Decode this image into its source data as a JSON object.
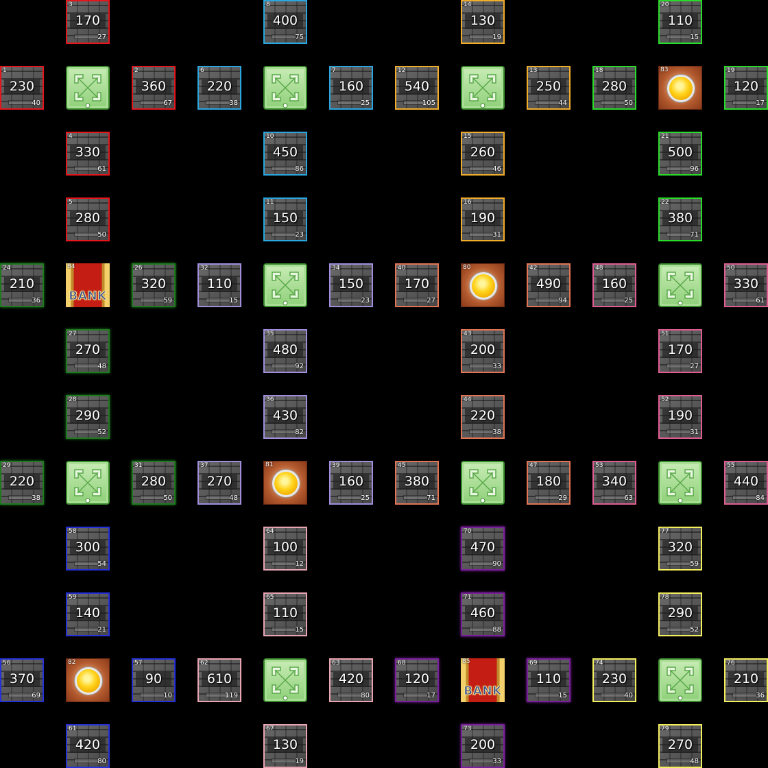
{
  "board": {
    "group_colors": {
      "red": "#e4161b",
      "cyan": "#2aa7e0",
      "orange": "#f2ae2b",
      "green": "#29dc29",
      "darkgreen": "#1f7a1f",
      "lavender": "#a18fde",
      "salmon": "#e37555",
      "pink": "#e05d93",
      "blue": "#2630d8",
      "lightpink": "#eaa5b3",
      "purple": "#7a1f9c",
      "yellow": "#f4ef5c"
    },
    "tiles": [
      {
        "type": "property",
        "group": "red",
        "index": "3",
        "price": "170",
        "rent": "27",
        "col": 1,
        "row": 0
      },
      {
        "type": "property",
        "group": "red",
        "index": "1",
        "price": "230",
        "rent": "40",
        "col": 0,
        "row": 1
      },
      {
        "type": "junction",
        "icon": "junction-arrows-icon",
        "index": "0",
        "col": 1,
        "row": 1
      },
      {
        "type": "property",
        "group": "red",
        "index": "2",
        "price": "360",
        "rent": "67",
        "col": 2,
        "row": 1
      },
      {
        "type": "property",
        "group": "red",
        "index": "4",
        "price": "330",
        "rent": "61",
        "col": 1,
        "row": 2
      },
      {
        "type": "property",
        "group": "red",
        "index": "5",
        "price": "280",
        "rent": "50",
        "col": 1,
        "row": 3
      },
      {
        "type": "property",
        "group": "cyan",
        "index": "8",
        "price": "400",
        "rent": "75",
        "col": 4,
        "row": 0
      },
      {
        "type": "property",
        "group": "cyan",
        "index": "6",
        "price": "220",
        "rent": "38",
        "col": 3,
        "row": 1
      },
      {
        "type": "junction",
        "icon": "junction-arrows-icon",
        "index": "9",
        "col": 4,
        "row": 1
      },
      {
        "type": "property",
        "group": "cyan",
        "index": "7",
        "price": "160",
        "rent": "25",
        "col": 5,
        "row": 1
      },
      {
        "type": "property",
        "group": "cyan",
        "index": "10",
        "price": "450",
        "rent": "86",
        "col": 4,
        "row": 2
      },
      {
        "type": "property",
        "group": "cyan",
        "index": "11",
        "price": "150",
        "rent": "23",
        "col": 4,
        "row": 3
      },
      {
        "type": "property",
        "group": "orange",
        "index": "14",
        "price": "130",
        "rent": "19",
        "col": 7,
        "row": 0
      },
      {
        "type": "property",
        "group": "orange",
        "index": "12",
        "price": "540",
        "rent": "105",
        "col": 6,
        "row": 1
      },
      {
        "type": "junction",
        "icon": "junction-arrows-icon",
        "index": "17",
        "col": 7,
        "row": 1
      },
      {
        "type": "property",
        "group": "orange",
        "index": "13",
        "price": "250",
        "rent": "44",
        "col": 8,
        "row": 1
      },
      {
        "type": "property",
        "group": "orange",
        "index": "15",
        "price": "260",
        "rent": "46",
        "col": 7,
        "row": 2
      },
      {
        "type": "property",
        "group": "orange",
        "index": "16",
        "price": "190",
        "rent": "31",
        "col": 7,
        "row": 3
      },
      {
        "type": "property",
        "group": "green",
        "index": "20",
        "price": "110",
        "rent": "15",
        "col": 10,
        "row": 0
      },
      {
        "type": "property",
        "group": "green",
        "index": "18",
        "price": "280",
        "rent": "50",
        "col": 9,
        "row": 1
      },
      {
        "type": "coin",
        "icon": "gold-coin-icon",
        "index": "83",
        "col": 10,
        "row": 1
      },
      {
        "type": "property",
        "group": "green",
        "index": "19",
        "price": "120",
        "rent": "17",
        "col": 11,
        "row": 1
      },
      {
        "type": "property",
        "group": "green",
        "index": "21",
        "price": "500",
        "rent": "96",
        "col": 10,
        "row": 2
      },
      {
        "type": "property",
        "group": "green",
        "index": "22",
        "price": "380",
        "rent": "71",
        "col": 10,
        "row": 3
      },
      {
        "type": "property",
        "group": "darkgreen",
        "index": "24",
        "price": "210",
        "rent": "36",
        "col": 0,
        "row": 4
      },
      {
        "type": "bank",
        "label": "BANK",
        "index": "84",
        "col": 1,
        "row": 4
      },
      {
        "type": "property",
        "group": "darkgreen",
        "index": "26",
        "price": "320",
        "rent": "59",
        "col": 2,
        "row": 4
      },
      {
        "type": "property",
        "group": "darkgreen",
        "index": "27",
        "price": "270",
        "rent": "48",
        "col": 1,
        "row": 5
      },
      {
        "type": "property",
        "group": "darkgreen",
        "index": "28",
        "price": "290",
        "rent": "52",
        "col": 1,
        "row": 6
      },
      {
        "type": "property",
        "group": "lavender",
        "index": "32",
        "price": "110",
        "rent": "15",
        "col": 3,
        "row": 4
      },
      {
        "type": "junction",
        "icon": "junction-arrows-icon",
        "index": "33",
        "col": 4,
        "row": 4
      },
      {
        "type": "property",
        "group": "lavender",
        "index": "34",
        "price": "150",
        "rent": "23",
        "col": 5,
        "row": 4
      },
      {
        "type": "property",
        "group": "lavender",
        "index": "35",
        "price": "480",
        "rent": "92",
        "col": 4,
        "row": 5
      },
      {
        "type": "property",
        "group": "lavender",
        "index": "36",
        "price": "430",
        "rent": "82",
        "col": 4,
        "row": 6
      },
      {
        "type": "property",
        "group": "salmon",
        "index": "40",
        "price": "170",
        "rent": "27",
        "col": 6,
        "row": 4
      },
      {
        "type": "coin",
        "icon": "gold-coin-icon",
        "index": "80",
        "col": 7,
        "row": 4
      },
      {
        "type": "property",
        "group": "salmon",
        "index": "42",
        "price": "490",
        "rent": "94",
        "col": 8,
        "row": 4
      },
      {
        "type": "property",
        "group": "salmon",
        "index": "43",
        "price": "200",
        "rent": "33",
        "col": 7,
        "row": 5
      },
      {
        "type": "property",
        "group": "salmon",
        "index": "44",
        "price": "220",
        "rent": "38",
        "col": 7,
        "row": 6
      },
      {
        "type": "property",
        "group": "pink",
        "index": "48",
        "price": "160",
        "rent": "25",
        "col": 9,
        "row": 4
      },
      {
        "type": "junction",
        "icon": "junction-arrows-icon",
        "index": "49",
        "col": 10,
        "row": 4
      },
      {
        "type": "property",
        "group": "pink",
        "index": "50",
        "price": "330",
        "rent": "61",
        "col": 11,
        "row": 4
      },
      {
        "type": "property",
        "group": "pink",
        "index": "51",
        "price": "170",
        "rent": "27",
        "col": 10,
        "row": 5
      },
      {
        "type": "property",
        "group": "pink",
        "index": "52",
        "price": "190",
        "rent": "31",
        "col": 10,
        "row": 6
      },
      {
        "type": "property",
        "group": "darkgreen",
        "index": "29",
        "price": "220",
        "rent": "38",
        "col": 0,
        "row": 7
      },
      {
        "type": "junction",
        "icon": "junction-arrows-icon",
        "index": "30",
        "col": 1,
        "row": 7
      },
      {
        "type": "property",
        "group": "darkgreen",
        "index": "31",
        "price": "280",
        "rent": "50",
        "col": 2,
        "row": 7
      },
      {
        "type": "property",
        "group": "lavender",
        "index": "37",
        "price": "270",
        "rent": "48",
        "col": 3,
        "row": 7
      },
      {
        "type": "coin",
        "icon": "gold-coin-icon",
        "index": "81",
        "col": 4,
        "row": 7
      },
      {
        "type": "property",
        "group": "lavender",
        "index": "39",
        "price": "160",
        "rent": "25",
        "col": 5,
        "row": 7
      },
      {
        "type": "property",
        "group": "salmon",
        "index": "45",
        "price": "380",
        "rent": "71",
        "col": 6,
        "row": 7
      },
      {
        "type": "junction",
        "icon": "junction-arrows-icon",
        "index": "46",
        "col": 7,
        "row": 7
      },
      {
        "type": "property",
        "group": "salmon",
        "index": "47",
        "price": "180",
        "rent": "29",
        "col": 8,
        "row": 7
      },
      {
        "type": "property",
        "group": "pink",
        "index": "53",
        "price": "340",
        "rent": "63",
        "col": 9,
        "row": 7
      },
      {
        "type": "junction",
        "icon": "junction-arrows-icon",
        "index": "54",
        "col": 10,
        "row": 7
      },
      {
        "type": "property",
        "group": "pink",
        "index": "55",
        "price": "440",
        "rent": "84",
        "col": 11,
        "row": 7
      },
      {
        "type": "property",
        "group": "blue",
        "index": "58",
        "price": "300",
        "rent": "54",
        "col": 1,
        "row": 8
      },
      {
        "type": "property",
        "group": "blue",
        "index": "59",
        "price": "140",
        "rent": "21",
        "col": 1,
        "row": 9
      },
      {
        "type": "property",
        "group": "lightpink",
        "index": "64",
        "price": "100",
        "rent": "12",
        "col": 4,
        "row": 8
      },
      {
        "type": "property",
        "group": "lightpink",
        "index": "65",
        "price": "110",
        "rent": "15",
        "col": 4,
        "row": 9
      },
      {
        "type": "property",
        "group": "purple",
        "index": "70",
        "price": "470",
        "rent": "90",
        "col": 7,
        "row": 8
      },
      {
        "type": "property",
        "group": "purple",
        "index": "71",
        "price": "460",
        "rent": "88",
        "col": 7,
        "row": 9
      },
      {
        "type": "property",
        "group": "yellow",
        "index": "77",
        "price": "320",
        "rent": "59",
        "col": 10,
        "row": 8
      },
      {
        "type": "property",
        "group": "yellow",
        "index": "78",
        "price": "290",
        "rent": "52",
        "col": 10,
        "row": 9
      },
      {
        "type": "property",
        "group": "blue",
        "index": "56",
        "price": "370",
        "rent": "69",
        "col": 0,
        "row": 10
      },
      {
        "type": "coin",
        "icon": "gold-coin-icon",
        "index": "82",
        "col": 1,
        "row": 10
      },
      {
        "type": "property",
        "group": "blue",
        "index": "57",
        "price": "90",
        "rent": "10",
        "col": 2,
        "row": 10
      },
      {
        "type": "property",
        "group": "lightpink",
        "index": "62",
        "price": "610",
        "rent": "119",
        "col": 3,
        "row": 10
      },
      {
        "type": "junction",
        "icon": "junction-arrows-icon",
        "index": "66",
        "col": 4,
        "row": 10
      },
      {
        "type": "property",
        "group": "lightpink",
        "index": "63",
        "price": "420",
        "rent": "80",
        "col": 5,
        "row": 10
      },
      {
        "type": "property",
        "group": "purple",
        "index": "68",
        "price": "120",
        "rent": "17",
        "col": 6,
        "row": 10
      },
      {
        "type": "bank",
        "label": "BANK",
        "index": "85",
        "col": 7,
        "row": 10
      },
      {
        "type": "property",
        "group": "purple",
        "index": "69",
        "price": "110",
        "rent": "15",
        "col": 8,
        "row": 10
      },
      {
        "type": "property",
        "group": "yellow",
        "index": "74",
        "price": "230",
        "rent": "40",
        "col": 9,
        "row": 10
      },
      {
        "type": "junction",
        "icon": "junction-arrows-icon",
        "index": "75",
        "col": 10,
        "row": 10
      },
      {
        "type": "property",
        "group": "yellow",
        "index": "76",
        "price": "210",
        "rent": "36",
        "col": 11,
        "row": 10
      },
      {
        "type": "property",
        "group": "blue",
        "index": "61",
        "price": "420",
        "rent": "80",
        "col": 1,
        "row": 11
      },
      {
        "type": "property",
        "group": "lightpink",
        "index": "67",
        "price": "130",
        "rent": "19",
        "col": 4,
        "row": 11
      },
      {
        "type": "property",
        "group": "purple",
        "index": "73",
        "price": "200",
        "rent": "33",
        "col": 7,
        "row": 11
      },
      {
        "type": "property",
        "group": "yellow",
        "index": "79",
        "price": "270",
        "rent": "48",
        "col": 10,
        "row": 11
      }
    ]
  }
}
